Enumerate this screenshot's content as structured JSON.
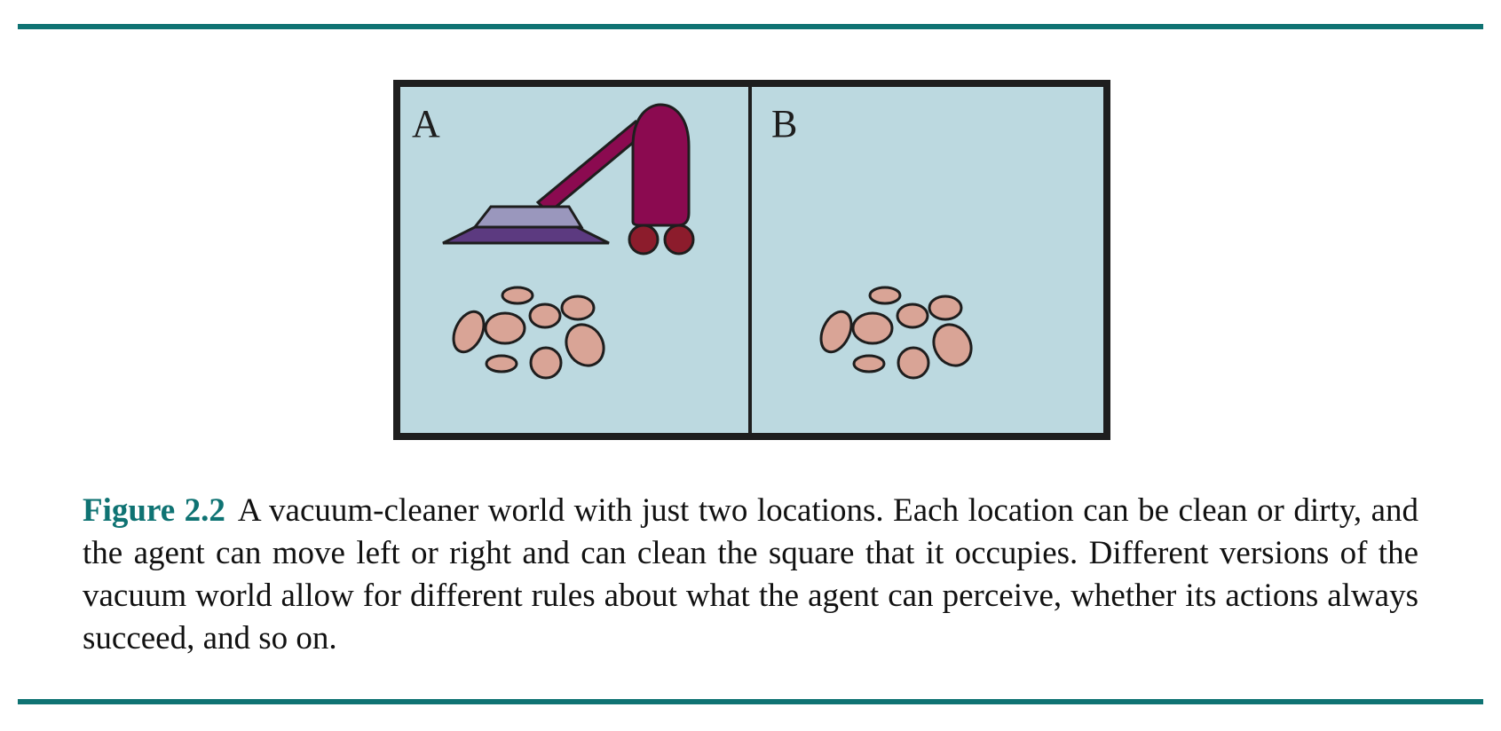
{
  "figure": {
    "cells": [
      {
        "label": "A",
        "has_vacuum": true,
        "has_dirt": true
      },
      {
        "label": "B",
        "has_vacuum": false,
        "has_dirt": true
      }
    ]
  },
  "caption": {
    "label": "Figure 2.2",
    "text": "A vacuum-cleaner world with just two locations. Each location can be clean or dirty, and the agent can move left or right and can clean the square that it occupies. Different versions of the vacuum world allow for different rules about what the agent can perceive, whether its actions always succeed, and so on."
  },
  "colors": {
    "rule": "#0f7373",
    "caption_label": "#0f7373",
    "cell_fill": "#bcd9e0",
    "border": "#1e1e1e",
    "vacuum_body": "#8b0a50",
    "vacuum_wheels": "#8c1c2c",
    "vacuum_head_top": "#9a97bd",
    "vacuum_head_base": "#5c3a80",
    "dirt": "#d9a496"
  }
}
